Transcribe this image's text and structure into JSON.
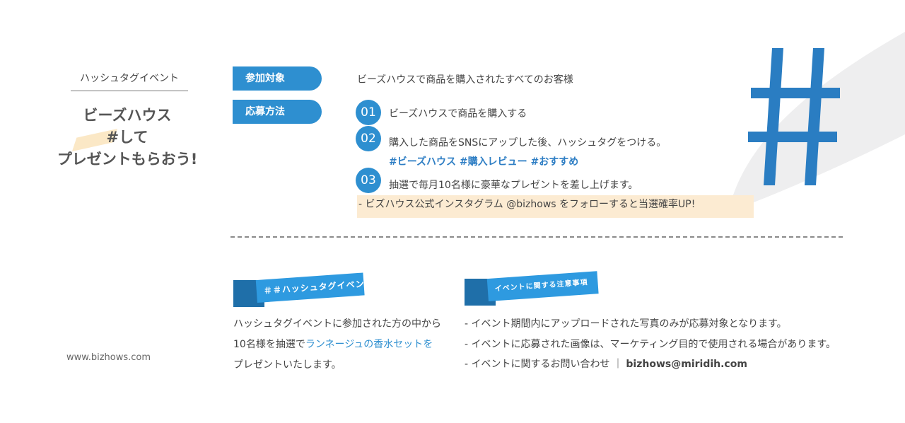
{
  "left": {
    "tag": "ハッシュタグイベント",
    "title_lines": [
      "ビーズハウス",
      "#して",
      "プレゼントもらおう!"
    ],
    "website": "www.bizhows.com"
  },
  "target": {
    "label": "参加対象",
    "text": "ビーズハウスで商品を購入されたすべてのお客様"
  },
  "method": {
    "label": "応募方法",
    "steps": [
      {
        "num": "01",
        "text": "ビーズハウスで商品を購入する"
      },
      {
        "num": "02",
        "text": "購入した商品をSNSにアップした後、ハッシュタグをつける。"
      },
      {
        "num": "03",
        "text": "抽選で毎月10名様に豪華なプレゼントを差し上げます。"
      }
    ],
    "hashtags": "#ビーズハウス #購入レビュー #おすすめ",
    "insta_note": "- ビズハウス公式インスタグラム @bizhows をフォローすると当選確率UP!"
  },
  "event_block": {
    "tag": "＃＃ハッシュタグイベン",
    "line1": "ハッシュタグイベントに参加された方の中から",
    "line2_prefix": "10名様を抽選で",
    "line2_accent": "ランネージュの香水セットを",
    "line3": "プレゼントいたします。"
  },
  "notice_block": {
    "tag": "イベントに関する注意事項",
    "notes": [
      "- イベント期間内にアップロードされた写真のみが応募対象となります。",
      "- イベントに応募された画像は、マーケティング目的で使用される場合があります。"
    ],
    "contact_prefix": "- イベントに関するお問い合わせ ｜ ",
    "contact_email": "bizhows@miridih.com"
  },
  "colors": {
    "accent": "#2e8fd0",
    "accent_dark": "#1f6fa9",
    "highlight": "#fcebd2",
    "hash": "#2a7dc2"
  },
  "icons": {
    "hash_decoration": "hash-icon"
  }
}
